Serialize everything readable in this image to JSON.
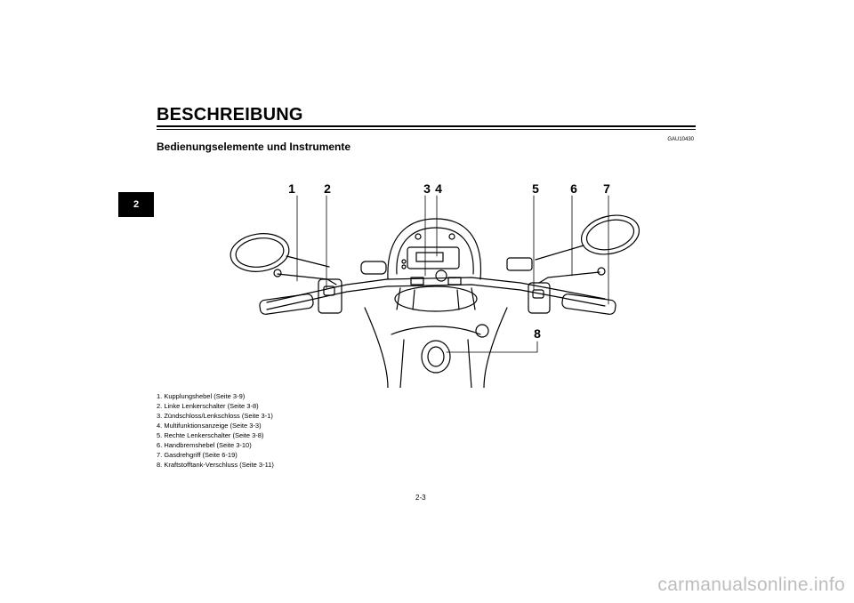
{
  "chapter_tab": "2",
  "header": {
    "section_title": "BESCHREIBUNG",
    "code": "GAU10430",
    "subtitle": "Bedienungselemente und Instrumente"
  },
  "figure": {
    "callouts": [
      "1",
      "2",
      "3",
      "4",
      "5",
      "6",
      "7",
      "8"
    ]
  },
  "legend": [
    "1. Kupplungshebel (Seite 3-9)",
    "2. Linke Lenkerschalter (Seite 3-8)",
    "3. Zündschloss/Lenkschloss (Seite 3-1)",
    "4. Multifunktionsanzeige (Seite 3-3)",
    "5. Rechte Lenkerschalter (Seite 3-8)",
    "6. Handbremshebel (Seite 3-10)",
    "7. Gasdrehgriff (Seite 6-19)",
    "8. Kraftstofftank-Verschluss (Seite 3-11)"
  ],
  "footer": {
    "page_number": "2-3",
    "watermark": "carmanualsonline.info"
  }
}
